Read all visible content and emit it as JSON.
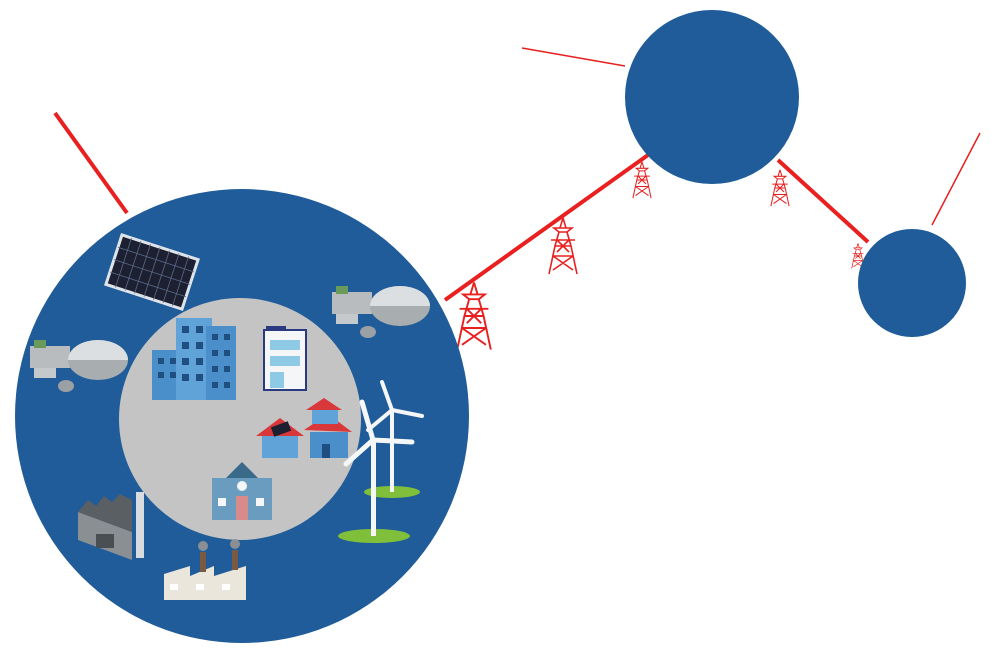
{
  "colors": {
    "node_blue": "#1f5c99",
    "inner_grey": "#c4c4c4",
    "line_red": "#e8201f",
    "tower_red": "#e8201f",
    "grass_green": "#7fbf3a",
    "building_blue": "#4a8fc9",
    "roof_red": "#d9383a",
    "factory_grey": "#8a8f94"
  },
  "nodes": [
    {
      "id": "city-microgrid",
      "kind": "large",
      "contents": [
        "solar-panel-icon",
        "biogas-plant-icon",
        "office-building-icon",
        "apartment-building-icon",
        "houses-with-solar-icon",
        "school-icon",
        "wind-turbine-icon",
        "factory-icon",
        "industrial-plant-icon"
      ]
    },
    {
      "id": "substation-node",
      "kind": "medium"
    },
    {
      "id": "remote-node",
      "kind": "small"
    }
  ],
  "links": [
    {
      "from": "city-microgrid",
      "to": "substation-node",
      "towers": 3
    },
    {
      "from": "substation-node",
      "to": "remote-node",
      "towers": 2
    }
  ]
}
